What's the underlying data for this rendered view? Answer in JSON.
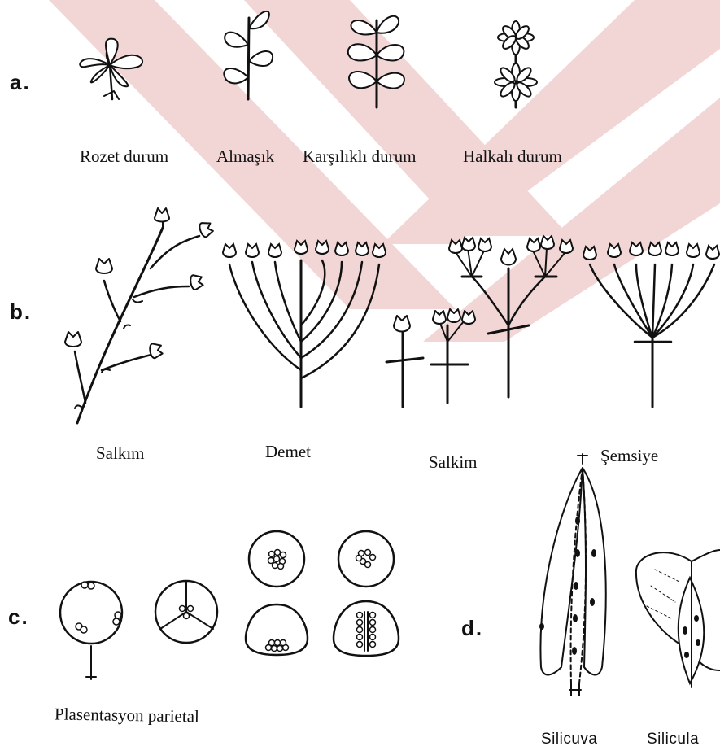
{
  "colors": {
    "watermark": "#f2d6d6",
    "ink": "#111111",
    "background": "#ffffff"
  },
  "sections": {
    "a": {
      "label": "a.",
      "captions": [
        "Rozet durum",
        "Almaşık",
        "Karşılıklı durum",
        "Halkalı durum"
      ]
    },
    "b": {
      "label": "b.",
      "captions": [
        "Salkım",
        "Demet",
        "Salkim",
        "Şemsiye"
      ]
    },
    "c": {
      "label": "c.",
      "captions": [
        "Plasentasyon parietal"
      ]
    },
    "d": {
      "label": "d.",
      "captions": [
        "Silicuva",
        "Silicula"
      ]
    }
  }
}
